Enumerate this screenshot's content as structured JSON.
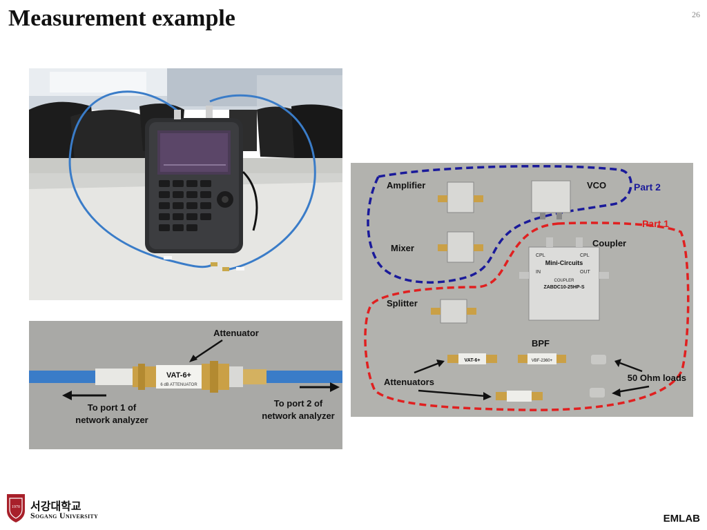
{
  "slide": {
    "title": "Measurement example",
    "page_number": "26",
    "brand": "EMLAB"
  },
  "logo": {
    "emblem_text": "1970",
    "korean_name": "서강대학교",
    "english_name": "Sogang University"
  },
  "photo_cable": {
    "attenuator_label": "Attenuator",
    "device_text": "VAT-6+",
    "device_subtext": "6 dB ATTENUATOR",
    "port1_line1": "To port 1 of",
    "port1_line2": "network analyzer",
    "port2_line1": "To port 2 of",
    "port2_line2": "network analyzer"
  },
  "photo_components": {
    "amplifier": "Amplifier",
    "vco": "VCO",
    "part2": "Part 2",
    "part1": "Part 1",
    "mixer": "Mixer",
    "coupler": "Coupler",
    "splitter": "Splitter",
    "bpf": "BPF",
    "attenuators": "Attenuators",
    "loads": "50 Ohm loads",
    "coupler_brand": "Mini-Circuits",
    "coupler_type": "COUPLER",
    "coupler_model": "ZABDC10-25HP-S",
    "coupler_in": "IN",
    "coupler_out": "OUT",
    "coupler_cpl_in": "CPL",
    "coupler_cpl_out": "CPL",
    "att_part": "VAT-6+",
    "bpf_part": "VBF-2360+"
  },
  "colors": {
    "part1_outline": "#e02020",
    "part2_outline": "#1a1a9a",
    "cable_blue": "#3a7cc8"
  }
}
